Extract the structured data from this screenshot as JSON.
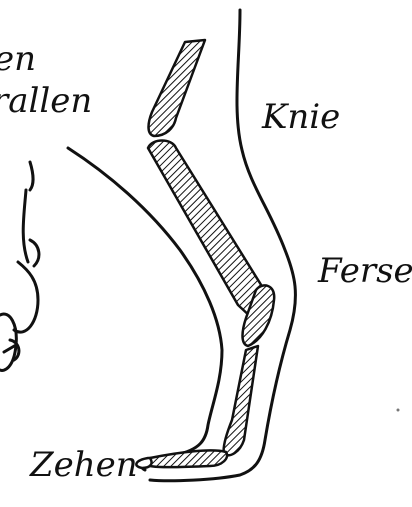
{
  "colors": {
    "ink": "#111111",
    "paper": "#ffffff"
  },
  "labels": {
    "top_left_fragment_1": "en",
    "top_left_fragment_2": "rallen",
    "knee": "Knie",
    "heel": "Ferse",
    "toes": "Zehen"
  }
}
